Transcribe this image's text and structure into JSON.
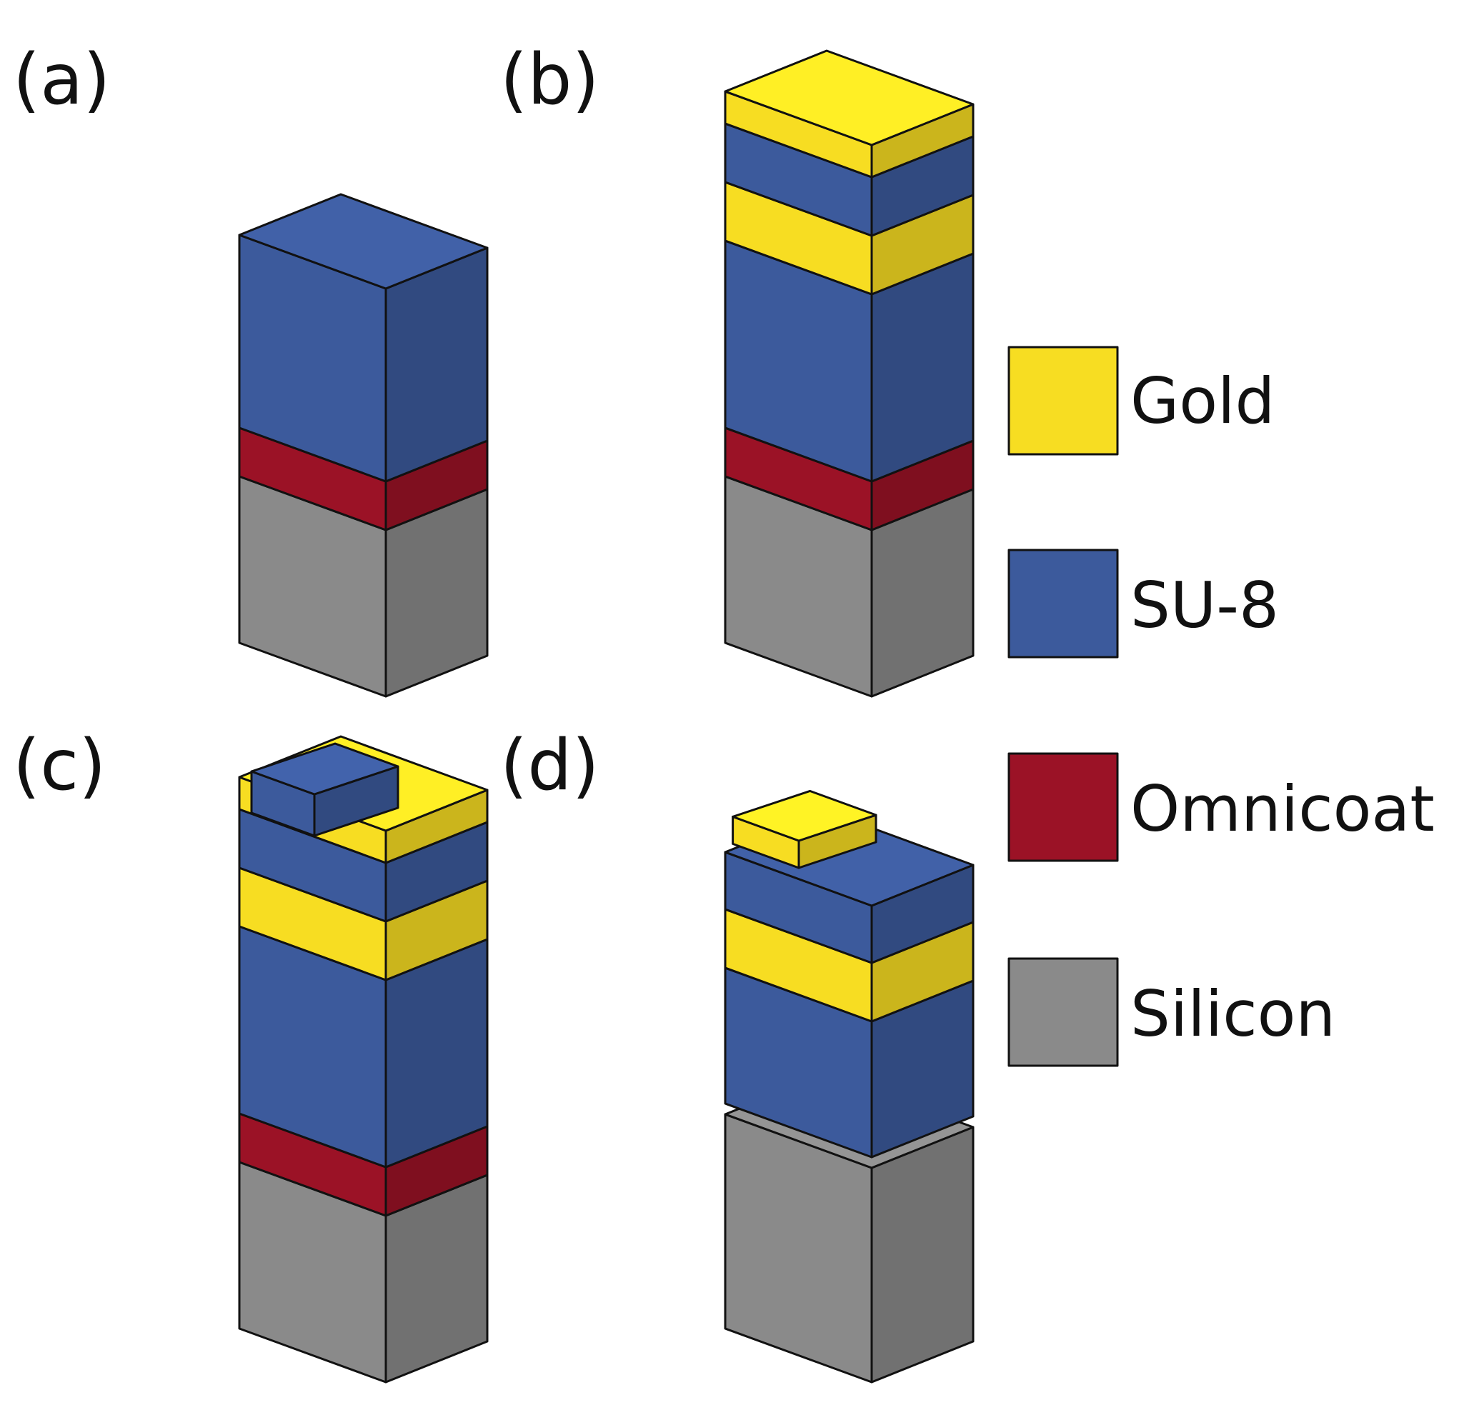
{
  "panels": [
    {
      "label": "(a)"
    },
    {
      "label": "(b)"
    },
    {
      "label": "(c)"
    },
    {
      "label": "(d)"
    }
  ],
  "legend": [
    {
      "label": "Gold",
      "color": "#f7dd22"
    },
    {
      "label": "SU-8",
      "color": "#3c5a9c"
    },
    {
      "label": "Omnicoat",
      "color": "#9b1226"
    },
    {
      "label": "Silicon",
      "color": "#8a8a8a"
    }
  ]
}
